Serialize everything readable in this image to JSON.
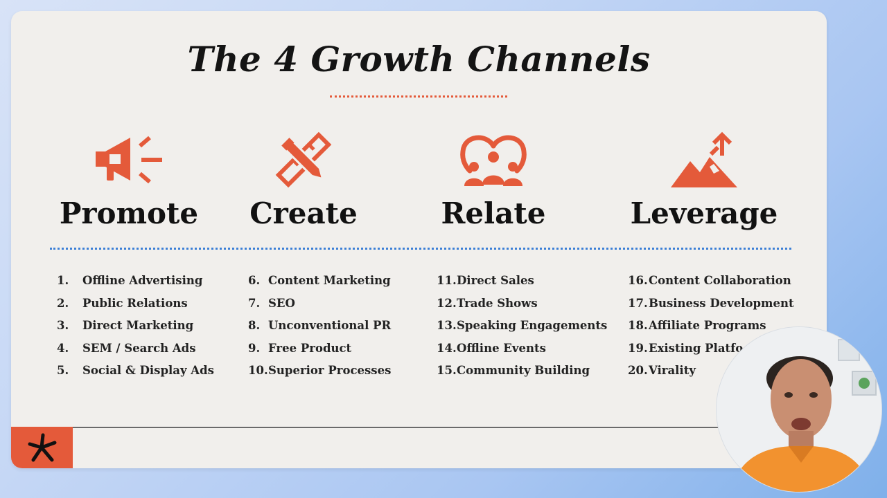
{
  "slide": {
    "title": "The 4 Growth Channels",
    "columns": [
      {
        "heading": "Promote",
        "icon": "megaphone-icon",
        "items": [
          {
            "num": "1.",
            "text": "Offline Advertising"
          },
          {
            "num": "2.",
            "text": "Public Relations"
          },
          {
            "num": "3.",
            "text": "Direct Marketing"
          },
          {
            "num": "4.",
            "text": "SEM / Search Ads"
          },
          {
            "num": "5.",
            "text": "Social & Display Ads"
          }
        ]
      },
      {
        "heading": "Create",
        "icon": "pencil-ruler-icon",
        "items": [
          {
            "num": "6.",
            "text": "Content Marketing"
          },
          {
            "num": "7.",
            "text": "SEO"
          },
          {
            "num": "8.",
            "text": "Unconventional PR"
          },
          {
            "num": "9.",
            "text": "Free Product"
          },
          {
            "num": "10.",
            "text": "Superior Processes"
          }
        ]
      },
      {
        "heading": "Relate",
        "icon": "community-icon",
        "items": [
          {
            "num": "11.",
            "text": "Direct Sales"
          },
          {
            "num": "12.",
            "text": "Trade Shows"
          },
          {
            "num": "13.",
            "text": "Speaking Engagements"
          },
          {
            "num": "14.",
            "text": "Offline Events"
          },
          {
            "num": "15.",
            "text": "Community Building"
          }
        ]
      },
      {
        "heading": "Leverage",
        "icon": "mountain-arrow-icon",
        "items": [
          {
            "num": "16.",
            "text": "Content Collaboration"
          },
          {
            "num": "17.",
            "text": "Business Development"
          },
          {
            "num": "18.",
            "text": "Affiliate Programs"
          },
          {
            "num": "19.",
            "text": "Existing Platfo"
          },
          {
            "num": "20.",
            "text": "Virality"
          }
        ]
      }
    ]
  },
  "colors": {
    "accent": "#e45a3a",
    "blue_rule": "#3c7fd6",
    "slide_bg": "#f1efec"
  }
}
